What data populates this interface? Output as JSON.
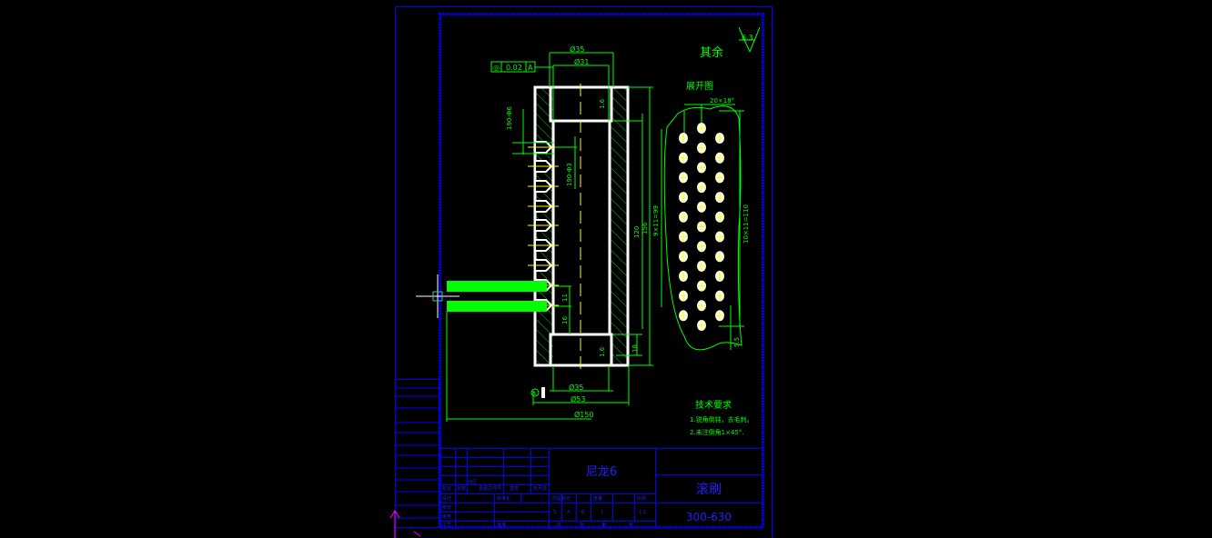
{
  "drawing": {
    "surface_finish": {
      "label": "其余",
      "value": "6.3"
    },
    "tolerance_frame": {
      "symbol": "◎",
      "value": "0.02",
      "datum": "A"
    },
    "datum_label": "A",
    "dimensions": {
      "d35_top": "Ø35",
      "d31": "Ø31",
      "d35_bottom": "Ø35",
      "d53": "Ø53",
      "d150": "Ø150",
      "roughness_top": "1.6",
      "roughness_bottom": "1.6",
      "holes_a": "190-Φ6",
      "holes_b": "190-Φ3",
      "len_120": "120",
      "len_156": "156",
      "pitch_99": "9×11=99",
      "pitch_11": "11",
      "pitch_16": "16",
      "len_18": "18",
      "pitch_110": "10×11=110",
      "offset_55": "5.5",
      "angle": "20×18°"
    },
    "development_title": "展开图",
    "tech_req": {
      "title": "技术要求",
      "items": [
        "1.锐角倒钝，去毛刺。",
        "2.未注倒角1×45°."
      ]
    }
  },
  "title_block": {
    "material": "尼龙6",
    "part_name": "滚刷",
    "part_number": "300-630",
    "revision_headers": [
      "标记",
      "处数",
      "分区",
      "更改文件号",
      "签名",
      "年月日"
    ],
    "row_labels": [
      "设计",
      "校对",
      "审核",
      "工艺"
    ],
    "mid_labels": [
      "标准化",
      "批准"
    ],
    "stage_headers": [
      "阶段标记",
      "重量",
      "比例"
    ],
    "stage_values": [
      "S",
      "A",
      "B",
      "1",
      "1:1"
    ],
    "sheet_labels": [
      "共",
      "张",
      "第",
      "张"
    ]
  },
  "colors": {
    "frame": "#0000ff",
    "geometry": "#ffffff",
    "dimension": "#00ff00",
    "centerline": "#ffff00",
    "selection": "#00ff00",
    "ucs": "#ff00ff"
  }
}
